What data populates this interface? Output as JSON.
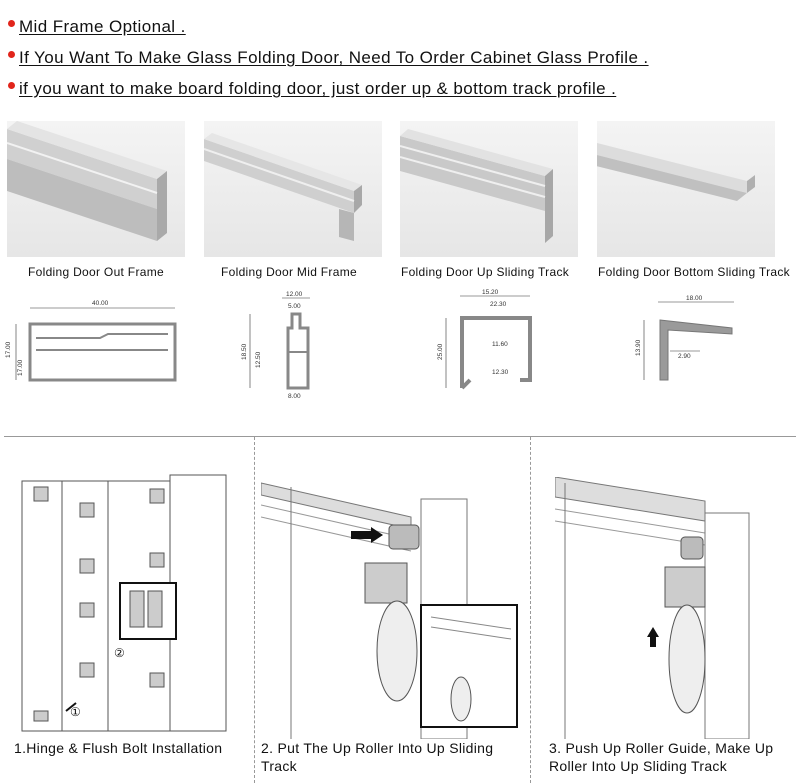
{
  "notes": [
    {
      "text": "Mid Frame Optional ."
    },
    {
      "text": "If You Want To Make Glass Folding Door, Need To Order Cabinet Glass Profile ."
    },
    {
      "text": "if you want to make board folding door, just order up & bottom track profile ."
    }
  ],
  "profiles": [
    {
      "caption": "Folding Door Out Frame",
      "dims": {
        "width": "40.00",
        "h1": "17.00",
        "h2": "17.00"
      }
    },
    {
      "caption": "Folding Door Mid Frame",
      "dims": {
        "top": "12.00",
        "inner": "5.00",
        "height": "18.50",
        "mid": "12.50",
        "bottom": "8.00"
      }
    },
    {
      "caption": "Folding Door Up Sliding Track",
      "dims": {
        "outer": "15.20",
        "inner": "22.30",
        "height": "25.00",
        "mid": "11.60",
        "low": "12.30"
      }
    },
    {
      "caption": "Folding Door Bottom Sliding Track",
      "dims": {
        "width": "18.00",
        "height": "13.90",
        "lip": "2.90"
      }
    }
  ],
  "steps": [
    {
      "label": "1.Hinge & Flush Bolt Installation",
      "markers": [
        "①",
        "②"
      ]
    },
    {
      "label": "2. Put The Up Roller Into Up Sliding Track"
    },
    {
      "label": "3. Push Up Roller Guide, Make Up Roller Into Up Sliding Track"
    }
  ],
  "colors": {
    "bullet": "#e1251b",
    "metal": "#c8c8c8",
    "rule": "#999999"
  }
}
